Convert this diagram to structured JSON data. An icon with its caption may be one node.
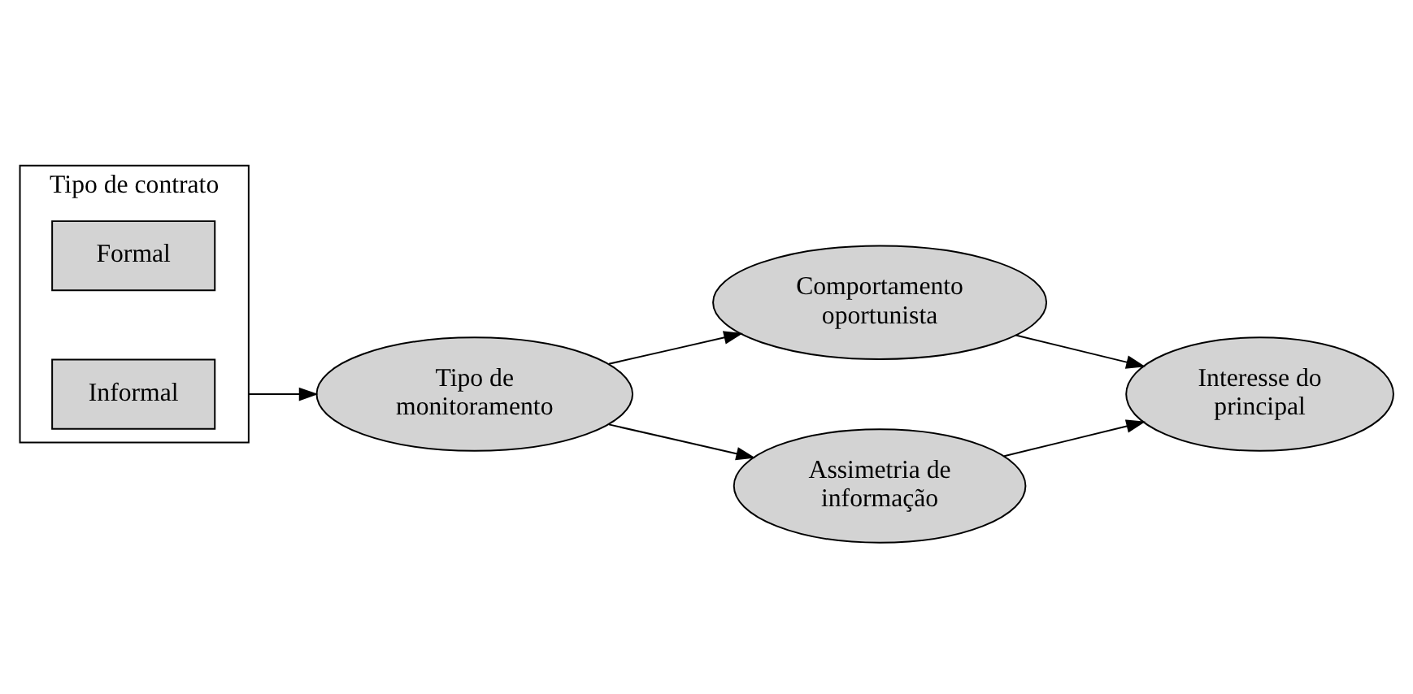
{
  "diagram": {
    "nodes": [
      {
        "text": [
          "Tipo de contrato"
        ]
      },
      {
        "text": [
          "Formal"
        ],
        "in": 0
      },
      {
        "text": [
          "Informal"
        ],
        "in": 0
      },
      {
        "text": [
          "Tipo de monitoramento"
        ]
      },
      {
        "text": [
          "Comportamento oportunista"
        ]
      },
      {
        "text": [
          "Assimetria de informação"
        ]
      },
      {
        "text": [
          "Interesse do principal"
        ]
      }
    ],
    "edges": [
      {
        "from": 0,
        "to": 3,
        "arrow": "to"
      },
      {
        "from": 3,
        "to": 4,
        "arrow": "to"
      },
      {
        "from": 3,
        "to": 5,
        "arrow": "to"
      },
      {
        "from": 4,
        "to": 6,
        "arrow": "to"
      },
      {
        "from": 5,
        "to": 6,
        "arrow": "to"
      }
    ]
  }
}
